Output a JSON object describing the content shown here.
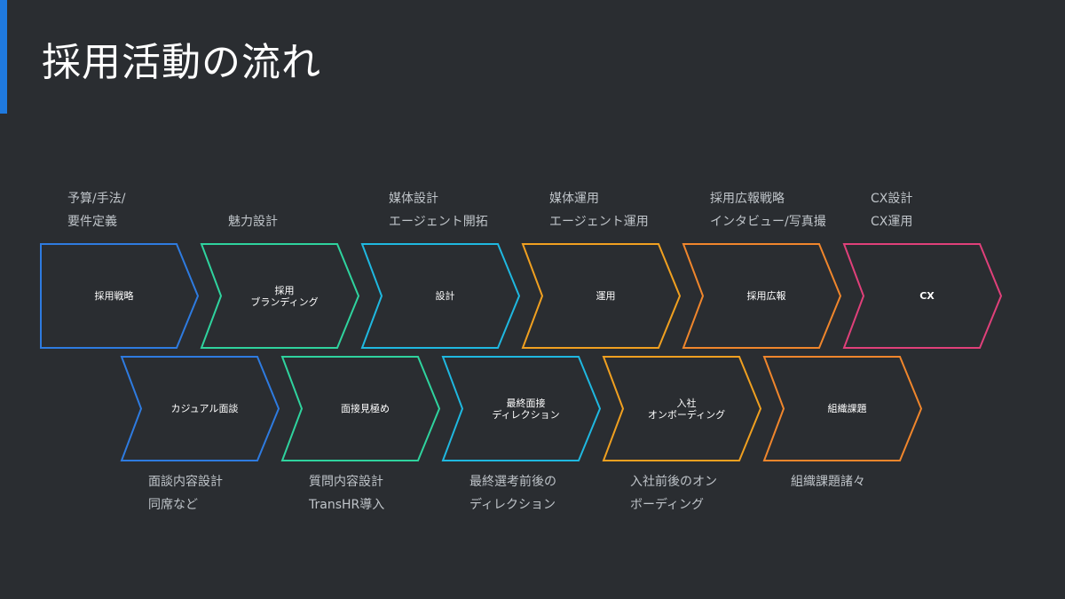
{
  "title": "採用活動の流れ",
  "colors": {
    "background": "#2a2d31",
    "accent": "#1f7ae0"
  },
  "top_row": [
    {
      "lines": [
        "採用戦略"
      ],
      "color": "#2e7be0",
      "notes": [
        "予算/手法/",
        "要件定義"
      ]
    },
    {
      "lines": [
        "採用",
        "ブランディング"
      ],
      "color": "#2fd39e",
      "notes": [
        "魅力設計"
      ]
    },
    {
      "lines": [
        "設計"
      ],
      "color": "#1fb8e0",
      "notes": [
        "媒体設計",
        "エージェント開拓"
      ]
    },
    {
      "lines": [
        "運用"
      ],
      "color": "#f0a020",
      "notes": [
        "媒体運用",
        "エージェント運用"
      ]
    },
    {
      "lines": [
        "採用広報"
      ],
      "color": "#f0862c",
      "notes": [
        "採用広報戦略",
        "インタビュー/写真撮"
      ]
    },
    {
      "lines": [
        "CX"
      ],
      "color": "#e0407a",
      "notes": [
        "CX設計",
        "CX運用"
      ],
      "bold": true
    }
  ],
  "bottom_row": [
    {
      "lines": [
        "カジュアル面談"
      ],
      "color": "#2e7be0",
      "notes": [
        "面談内容設計",
        "同席など"
      ]
    },
    {
      "lines": [
        "面接見極め"
      ],
      "color": "#2fd39e",
      "notes": [
        "質問内容設計",
        "TransHR導入"
      ]
    },
    {
      "lines": [
        "最終面接",
        "ディレクション"
      ],
      "color": "#1fb8e0",
      "notes": [
        "最終選考前後の",
        "ディレクション"
      ]
    },
    {
      "lines": [
        "入社",
        "オンボーディング"
      ],
      "color": "#f0a020",
      "notes": [
        "入社前後のオン",
        "ボーディング"
      ]
    },
    {
      "lines": [
        "組織課題"
      ],
      "color": "#f0862c",
      "notes": [
        "組織課題諸々"
      ]
    }
  ]
}
